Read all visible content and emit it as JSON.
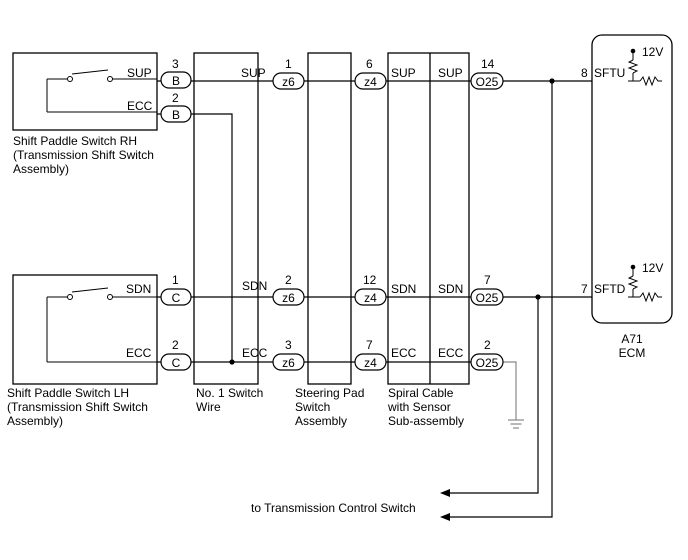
{
  "components": {
    "rh_switch": {
      "lines": [
        "Shift Paddle Switch RH",
        "(Transmission Shift Switch",
        "Assembly)"
      ]
    },
    "lh_switch": {
      "lines": [
        "Shift Paddle Switch LH",
        "(Transmission Shift Switch",
        "Assembly)"
      ]
    },
    "switch_wire": {
      "lines": [
        "No. 1 Switch",
        "Wire"
      ]
    },
    "steering_pad": {
      "lines": [
        "Steering Pad",
        "Switch",
        "Assembly"
      ]
    },
    "spiral_cable": {
      "lines": [
        "Spiral Cable",
        "with Sensor",
        "Sub-assembly"
      ]
    },
    "ecm": {
      "code": "A71",
      "name": "ECM"
    }
  },
  "connectors": {
    "B": "B",
    "C": "C",
    "z6": "z6",
    "z4": "z4",
    "O25": "O25"
  },
  "pins": {
    "rh_sup": "3",
    "rh_ecc": "2",
    "lh_sdn": "1",
    "lh_ecc": "2",
    "z6_sup": "1",
    "z6_sdn": "2",
    "z6_ecc": "3",
    "z4_sup": "6",
    "z4_sdn": "12",
    "z4_ecc": "7",
    "o25_sup": "14",
    "o25_sdn": "7",
    "o25_ecc": "2",
    "ecm_sftu": "8",
    "ecm_sftd": "7"
  },
  "signals": {
    "sup": "SUP",
    "sdn": "SDN",
    "ecc": "ECC",
    "sftu": "SFTU",
    "sftd": "SFTD",
    "v12": "12V"
  },
  "notes": {
    "to_trans": "to Transmission Control Switch"
  }
}
